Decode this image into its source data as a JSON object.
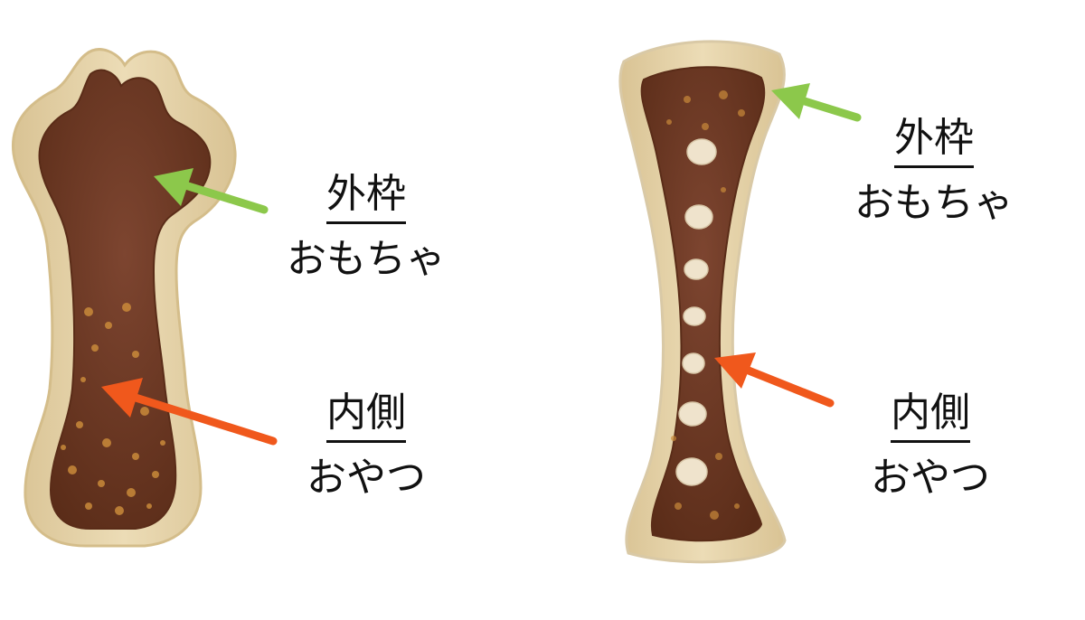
{
  "left_item": {
    "outer_label": {
      "title": "外枠",
      "subtitle": "おもちゃ"
    },
    "inner_label": {
      "title": "内側",
      "subtitle": "おやつ"
    }
  },
  "right_item": {
    "outer_label": {
      "title": "外枠",
      "subtitle": "おもちゃ"
    },
    "inner_label": {
      "title": "内側",
      "subtitle": "おやつ"
    }
  },
  "colors": {
    "outer_frame": "#e6d3a8",
    "outer_frame_edge": "#d4bd8a",
    "inner_treat": "#6e3a22",
    "inner_treat_edge": "#5a2c18",
    "speckle": "#c98a3a",
    "dot": "#efe3cc",
    "outer_arrow": "#8cc84b",
    "inner_arrow": "#f0581c"
  }
}
